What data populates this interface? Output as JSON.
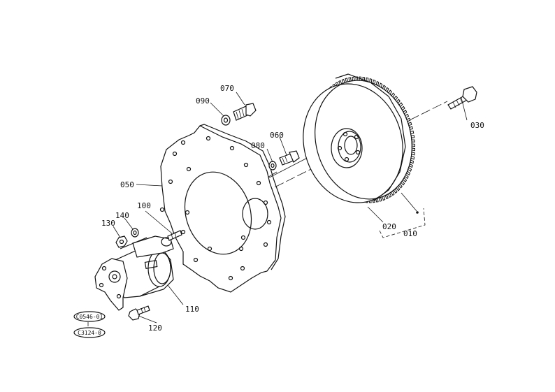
{
  "parts": [
    {
      "id": "p010",
      "label": "010"
    },
    {
      "id": "p020",
      "label": "020"
    },
    {
      "id": "p030",
      "label": "030"
    },
    {
      "id": "p050",
      "label": "050"
    },
    {
      "id": "p060",
      "label": "060"
    },
    {
      "id": "p070",
      "label": "070"
    },
    {
      "id": "p080",
      "label": "080"
    },
    {
      "id": "p090",
      "label": "090"
    },
    {
      "id": "p100",
      "label": "100"
    },
    {
      "id": "p110",
      "label": "110"
    },
    {
      "id": "p120",
      "label": "120"
    },
    {
      "id": "p130",
      "label": "130"
    },
    {
      "id": "p140",
      "label": "140"
    }
  ],
  "refs": [
    {
      "id": "r1",
      "label": "C0546-01"
    },
    {
      "id": "r2",
      "label": "C3124-0"
    }
  ]
}
